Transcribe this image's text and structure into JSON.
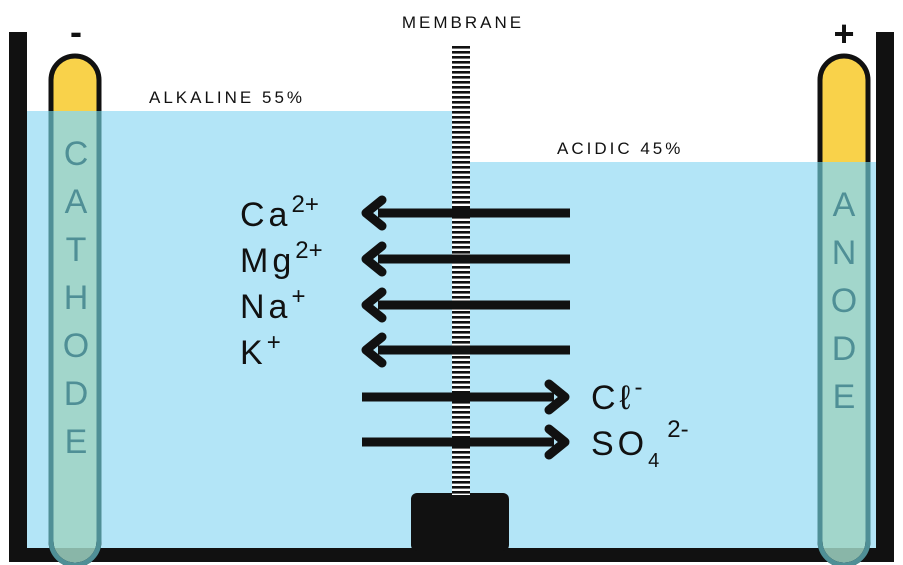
{
  "membrane_label": "MEMBRANE",
  "alkaline_label": "ALKALINE 55%",
  "acidic_label": "ACIDIC 45%",
  "cathode": {
    "sign": "-",
    "letters": [
      "C",
      "A",
      "T",
      "H",
      "O",
      "D",
      "E"
    ]
  },
  "anode": {
    "sign": "+",
    "letters": [
      "A",
      "N",
      "O",
      "D",
      "E"
    ]
  },
  "cations": [
    {
      "base": "Ca",
      "charge": "2+"
    },
    {
      "base": "Mg",
      "charge": "2+"
    },
    {
      "base": "Na",
      "charge": "+"
    },
    {
      "base": "K",
      "charge": "+"
    }
  ],
  "anions": [
    {
      "base": "Cℓ",
      "sub": "",
      "charge": "-"
    },
    {
      "base": "SO",
      "sub": "4",
      "charge": "2-"
    }
  ],
  "colors": {
    "water": "#b3e5f7",
    "electrode_top": "#f9d24a",
    "electrode_body": "#9fd3c3",
    "electrode_outline": "#4f8f96",
    "tank": "#111111"
  }
}
